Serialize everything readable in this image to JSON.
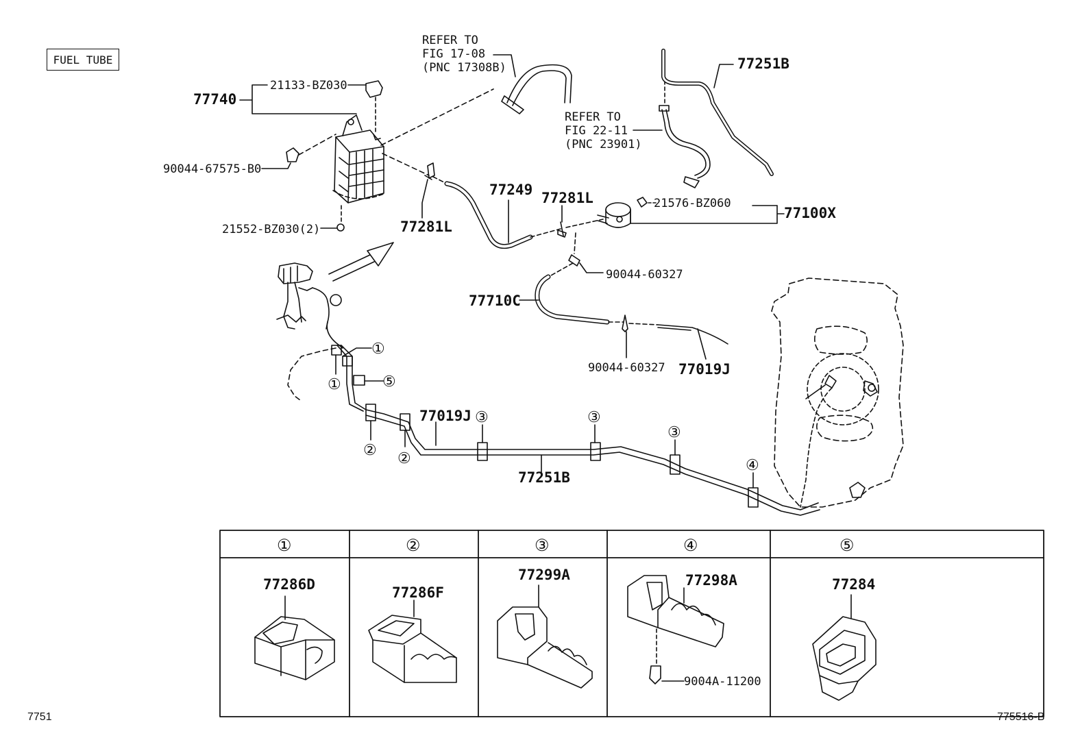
{
  "title": "FUEL TUBE",
  "footer": {
    "left": "7751",
    "right": "775516-B"
  },
  "callouts": {
    "canister_assy": "77740",
    "canister_cap": "21133-BZ030",
    "canister_screw": "90044-67575-B0",
    "canister_nut": "21552-BZ030(2)",
    "clamp_left": "77281L",
    "hose_77249": "77249",
    "clamp_right": "77281L",
    "vent_valve_part": "21576-BZ060",
    "vent_valve_assy": "77100X",
    "clip_upper": "90044-60327",
    "hose_77710C": "77710C",
    "clip_lower": "90044-60327",
    "tube_77019J_right": "77019J",
    "tube_77019J_main": "77019J",
    "tube_77251B_main": "77251B",
    "tube_77251B_top": "77251B",
    "refer_a": [
      "REFER TO",
      "FIG 17-08",
      "(PNC 17308B)"
    ],
    "refer_b": [
      "REFER TO",
      "FIG 22-11",
      "(PNC 23901)"
    ]
  },
  "markers": [
    "①",
    "②",
    "③",
    "④",
    "⑤"
  ],
  "detail_table": {
    "columns": [
      {
        "marker": "①",
        "part": "77286D"
      },
      {
        "marker": "②",
        "part": "77286F"
      },
      {
        "marker": "③",
        "part": "77299A"
      },
      {
        "marker": "④",
        "part": "77298A",
        "bolt": "9004A-11200"
      },
      {
        "marker": "⑤",
        "part": "77284"
      }
    ]
  }
}
